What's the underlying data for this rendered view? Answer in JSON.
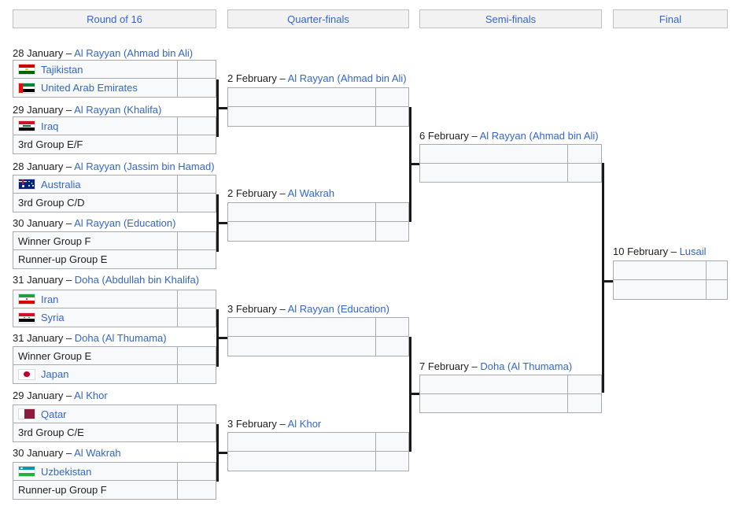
{
  "rounds": [
    {
      "id": "round-of-16",
      "label": "Round of 16"
    },
    {
      "id": "quarter-finals",
      "label": "Quarter-finals"
    },
    {
      "id": "semi-finals",
      "label": "Semi-finals"
    },
    {
      "id": "final",
      "label": "Final"
    }
  ],
  "dash": "–",
  "r16": [
    {
      "date": "28 January",
      "venue": "Al Rayyan (Ahmad bin Ali)",
      "top": {
        "team": "Tajikistan",
        "flag": "tj",
        "link": true,
        "score": ""
      },
      "bottom": {
        "team": "United Arab Emirates",
        "flag": "ae",
        "link": true,
        "score": ""
      }
    },
    {
      "date": "29 January",
      "venue": "Al Rayyan (Khalifa)",
      "top": {
        "team": "Iraq",
        "flag": "iq",
        "link": true,
        "score": ""
      },
      "bottom": {
        "team": "3rd Group E/F",
        "flag": "",
        "link": false,
        "score": ""
      }
    },
    {
      "date": "28 January",
      "venue": "Al Rayyan (Jassim bin Hamad)",
      "top": {
        "team": "Australia",
        "flag": "au",
        "link": true,
        "score": ""
      },
      "bottom": {
        "team": "3rd Group C/D",
        "flag": "",
        "link": false,
        "score": ""
      }
    },
    {
      "date": "30 January",
      "venue": "Al Rayyan (Education)",
      "top": {
        "team": "Winner Group F",
        "flag": "",
        "link": false,
        "score": ""
      },
      "bottom": {
        "team": "Runner-up Group E",
        "flag": "",
        "link": false,
        "score": ""
      }
    },
    {
      "date": "31 January",
      "venue": "Doha (Abdullah bin Khalifa)",
      "top": {
        "team": "Iran",
        "flag": "ir",
        "link": true,
        "score": ""
      },
      "bottom": {
        "team": "Syria",
        "flag": "sy",
        "link": true,
        "score": ""
      }
    },
    {
      "date": "31 January",
      "venue": "Doha (Al Thumama)",
      "top": {
        "team": "Winner Group E",
        "flag": "",
        "link": false,
        "score": ""
      },
      "bottom": {
        "team": "Japan",
        "flag": "jp",
        "link": true,
        "score": ""
      }
    },
    {
      "date": "29 January",
      "venue": "Al Khor",
      "top": {
        "team": "Qatar",
        "flag": "qa",
        "link": true,
        "score": ""
      },
      "bottom": {
        "team": "3rd Group C/E",
        "flag": "",
        "link": false,
        "score": ""
      }
    },
    {
      "date": "30 January",
      "venue": "Al Wakrah",
      "top": {
        "team": "Uzbekistan",
        "flag": "uz",
        "link": true,
        "score": ""
      },
      "bottom": {
        "team": "Runner-up Group F",
        "flag": "",
        "link": false,
        "score": ""
      }
    }
  ],
  "qf": [
    {
      "date": "2 February",
      "venue": "Al Rayyan (Ahmad bin Ali)",
      "top": {
        "team": "",
        "flag": "",
        "link": false,
        "score": ""
      },
      "bottom": {
        "team": "",
        "flag": "",
        "link": false,
        "score": ""
      }
    },
    {
      "date": "2 February",
      "venue": "Al Wakrah",
      "top": {
        "team": "",
        "flag": "",
        "link": false,
        "score": ""
      },
      "bottom": {
        "team": "",
        "flag": "",
        "link": false,
        "score": ""
      }
    },
    {
      "date": "3 February",
      "venue": "Al Rayyan (Education)",
      "top": {
        "team": "",
        "flag": "",
        "link": false,
        "score": ""
      },
      "bottom": {
        "team": "",
        "flag": "",
        "link": false,
        "score": ""
      }
    },
    {
      "date": "3 February",
      "venue": "Al Khor",
      "top": {
        "team": "",
        "flag": "",
        "link": false,
        "score": ""
      },
      "bottom": {
        "team": "",
        "flag": "",
        "link": false,
        "score": ""
      }
    }
  ],
  "sf": [
    {
      "date": "6 February",
      "venue": "Al Rayyan (Ahmad bin Ali)",
      "top": {
        "team": "",
        "flag": "",
        "link": false,
        "score": ""
      },
      "bottom": {
        "team": "",
        "flag": "",
        "link": false,
        "score": ""
      }
    },
    {
      "date": "7 February",
      "venue": "Doha (Al Thumama)",
      "top": {
        "team": "",
        "flag": "",
        "link": false,
        "score": ""
      },
      "bottom": {
        "team": "",
        "flag": "",
        "link": false,
        "score": ""
      }
    }
  ],
  "fin": [
    {
      "date": "10 February",
      "venue": "Lusail",
      "top": {
        "team": "",
        "flag": "",
        "link": false,
        "score": ""
      },
      "bottom": {
        "team": "",
        "flag": "",
        "link": false,
        "score": ""
      }
    }
  ],
  "colors": {
    "link": "#3366cc",
    "text": "#202122",
    "box_fill": "#f8f9fa",
    "box_border": "#aaaaaa",
    "header_fill": "#f2f2f2",
    "header_border": "#c0c0c0",
    "connector": "#1a1a1a"
  }
}
